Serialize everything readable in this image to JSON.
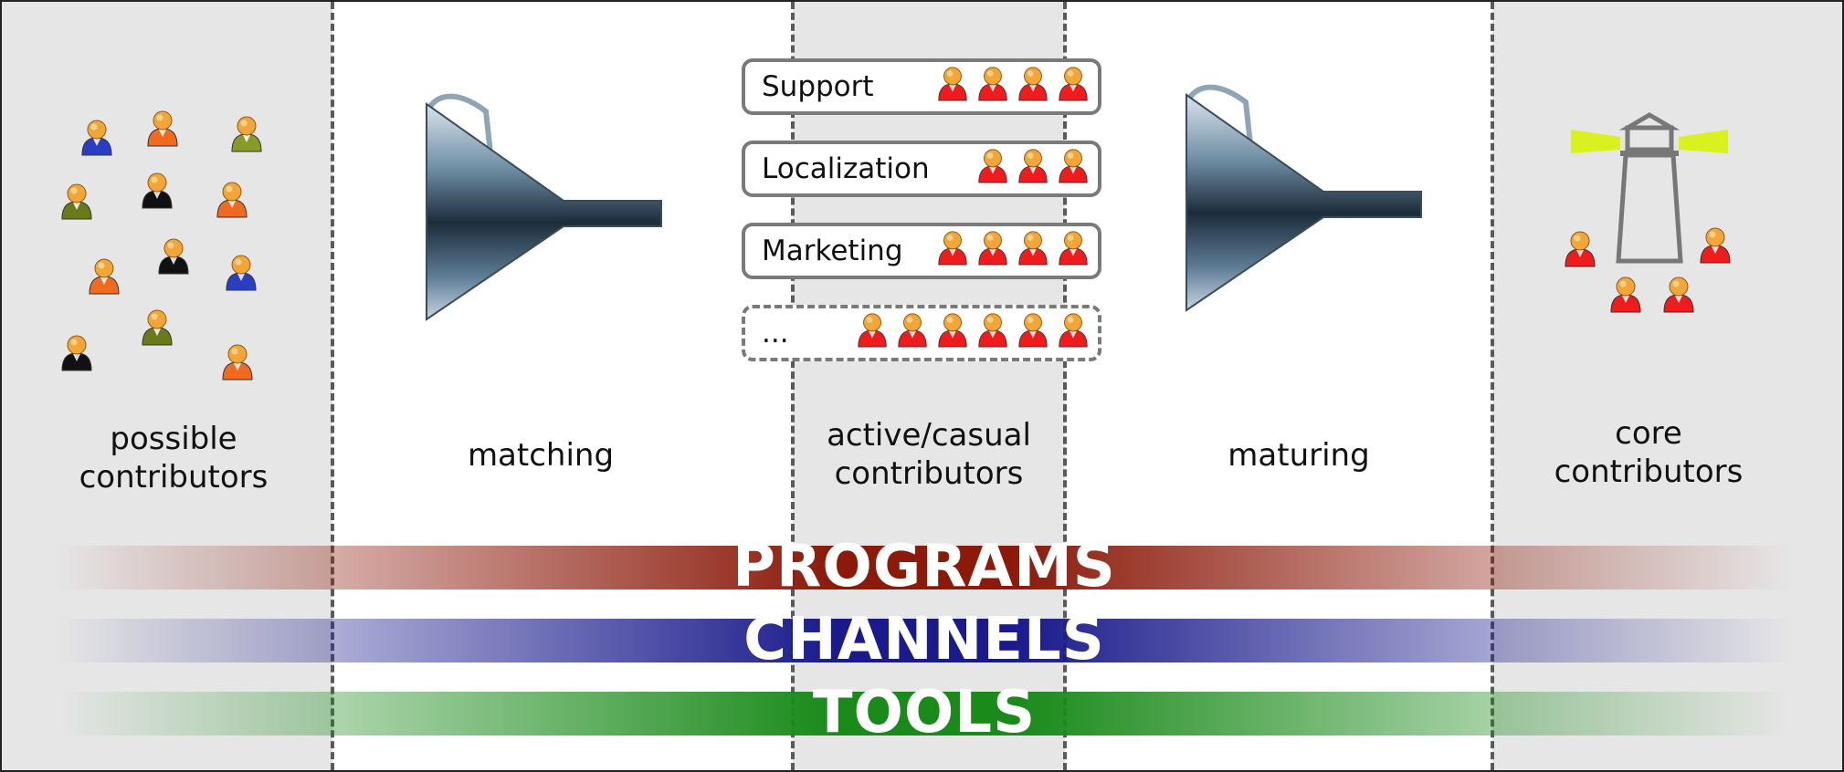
{
  "stages": [
    {
      "id": "possible",
      "label": "possible\ncontributors"
    },
    {
      "id": "matching",
      "label": "matching"
    },
    {
      "id": "active",
      "label": "active/casual\ncontributors"
    },
    {
      "id": "maturing",
      "label": "maturing"
    },
    {
      "id": "core",
      "label": "core\ncontributors"
    }
  ],
  "teams": [
    {
      "label": "Support",
      "people": 4,
      "style": "solid"
    },
    {
      "label": "Localization",
      "people": 3,
      "style": "solid"
    },
    {
      "label": "Marketing",
      "people": 4,
      "style": "solid"
    },
    {
      "label": "...",
      "people": 6,
      "style": "dashed"
    }
  ],
  "bands": [
    {
      "label": "PROGRAMS",
      "color": "#8b1a0a"
    },
    {
      "label": "CHANNELS",
      "color": "#1a1a8c"
    },
    {
      "label": "TOOLS",
      "color": "#1a8a1a"
    }
  ],
  "person_colors": {
    "blue": "#2a3ec4",
    "orange": "#f06a20",
    "olive": "#8a9a2a",
    "green": "#6a7a1a",
    "black": "#111111",
    "red": "#ee1c1c"
  }
}
